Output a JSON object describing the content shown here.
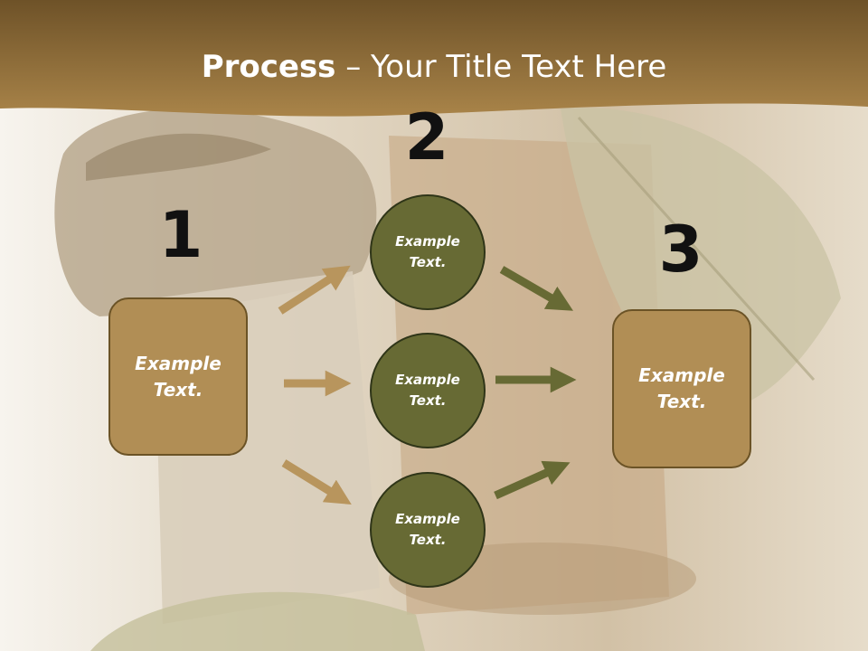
{
  "title": {
    "bold": "Process",
    "rest": " – Your Title Text Here"
  },
  "steps": {
    "n1": "1",
    "n2": "2",
    "n3": "3"
  },
  "left_box": {
    "line1": "Example",
    "line2": "Text."
  },
  "right_box": {
    "line1": "Example",
    "line2": "Text."
  },
  "circles": [
    {
      "line1": "Example",
      "line2": "Text."
    },
    {
      "line1": "Example",
      "line2": "Text."
    },
    {
      "line1": "Example",
      "line2": "Text."
    }
  ],
  "colors": {
    "header": "#8f6f3a",
    "box_fill": "#b18e55",
    "circle_fill": "#676a34",
    "arrow_tan": "#b8955d",
    "arrow_olive": "#676a34"
  }
}
